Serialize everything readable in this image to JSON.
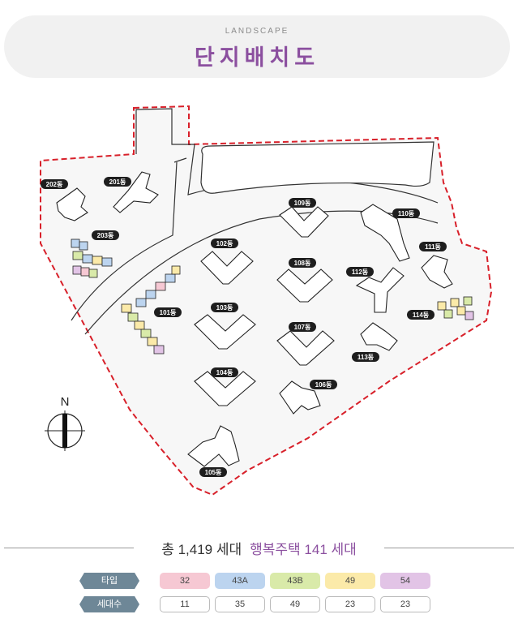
{
  "header": {
    "subtitle": "LANDSCAPE",
    "title": "단지배치도"
  },
  "compass": {
    "label": "N"
  },
  "buildings": {
    "b202": "202동",
    "b201": "201동",
    "b203": "203동",
    "b101": "101동",
    "b102": "102동",
    "b103": "103동",
    "b104": "104동",
    "b105": "105동",
    "b106": "106동",
    "b107": "107동",
    "b108": "108동",
    "b109": "109동",
    "b110": "110동",
    "b111": "111동",
    "b112": "112동",
    "b113": "113동",
    "b114": "114동"
  },
  "summary": {
    "total": "총 1,419 세대",
    "happy": "행복주택 141 세대"
  },
  "table": {
    "type_header": "타입",
    "count_header": "세대수",
    "types": [
      "32",
      "43A",
      "43B",
      "49",
      "54"
    ],
    "counts": [
      "11",
      "35",
      "49",
      "23",
      "23"
    ],
    "colors": [
      "#f6c8d3",
      "#bcd4ef",
      "#d9eaa9",
      "#fbeaa9",
      "#e2c4e6"
    ]
  }
}
